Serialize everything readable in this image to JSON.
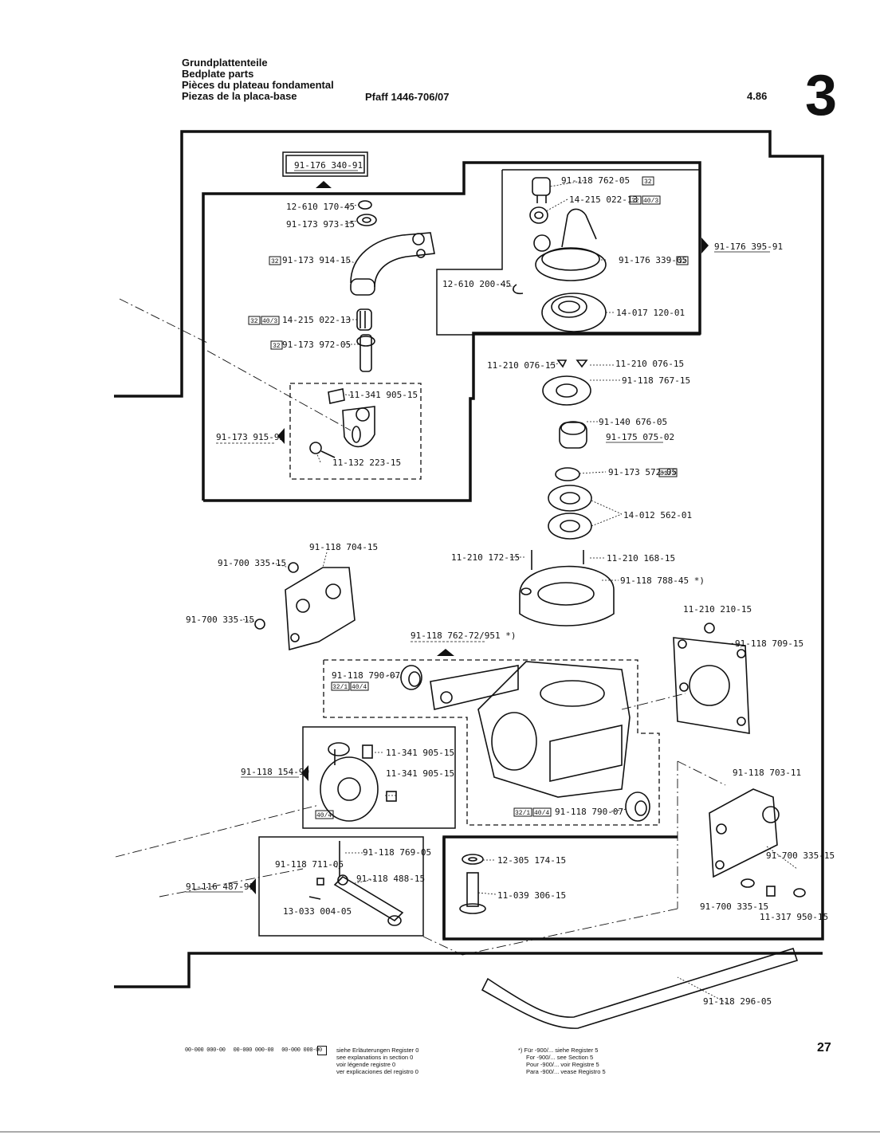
{
  "header": {
    "titles": [
      "Grundplattenteile",
      "Bedplate parts",
      "Pièces du plateau fondamental",
      "Piezas de la placa-base"
    ],
    "model": "Pfaff 1446-706/07",
    "date": "4.86",
    "section": "3"
  },
  "page_number": "27",
  "part_labels": {
    "p1": "91-176 340-91",
    "p2": "12-610 170-45",
    "p3": "91-173 973-15",
    "p4": "91-173 914-15",
    "p5": "14-215 022-13",
    "p6": "91-173 972-05",
    "p7": "11-341 905-15",
    "p8": "91-173 915-92",
    "p9": "11-132 223-15",
    "p10": "91-118 762-05",
    "p11": "14-215 022-13",
    "p12": "91-176 395-91",
    "p13": "91-176 339-05",
    "p14": "12-610 200-45",
    "p15": "14-017 120-01",
    "p16": "11-210 076-15",
    "p17": "11-210 076-15",
    "p18": "91-118 767-15",
    "p19": "91-140 676-05",
    "p20": "91-175 075-02",
    "p21": "91-173 572-05",
    "p22": "14-012 562-01",
    "p23": "11-210 172-15",
    "p24": "11-210 168-15",
    "p25": "91-118 788-45 *)",
    "p26": "91-118 704-15",
    "p27": "91-700 335-15",
    "p28": "91-700 335-15",
    "p29": "11-210 210-15",
    "p30": "91-118 709-15",
    "p31": "91-118 762-72/951 *)",
    "p32": "91-118 790-07",
    "p33": "11-341 905-15",
    "p34": "11-341 905-15",
    "p35": "91-118 154-90",
    "p36": "91-118 790-07",
    "p37": "91-118 703-11",
    "p38": "91-700 335-15",
    "p39": "91-700 335-15",
    "p40": "11-317 950-15",
    "p41": "91-118 769-05",
    "p42": "91-118 711-05",
    "p43": "91-118 488-15",
    "p44": "91-116 487-91",
    "p45": "13-033 004-05",
    "p46": "12-305 174-15",
    "p47": "11-039 306-15",
    "p48": "91-118 296-05"
  },
  "badges": {
    "b32": "32",
    "b40_3": "40/3",
    "b81_3": "81/3",
    "b32_1": "32/1",
    "b40_4": "40/4"
  },
  "footer": {
    "codes": [
      "00-000 000-00",
      "00-000 000-00",
      "00-000 000-00"
    ],
    "explain": [
      "siehe Erläuterungen Register 0",
      "see explanations in section 0",
      "voir légende registre 0",
      "ver explicaciones del registro 0"
    ],
    "note": [
      "*) Für -900/... siehe Register 5",
      "For -900/... see Section 5",
      "Pour -900/... voir Registre 5",
      "Para -900/... vease Registro 5"
    ]
  }
}
